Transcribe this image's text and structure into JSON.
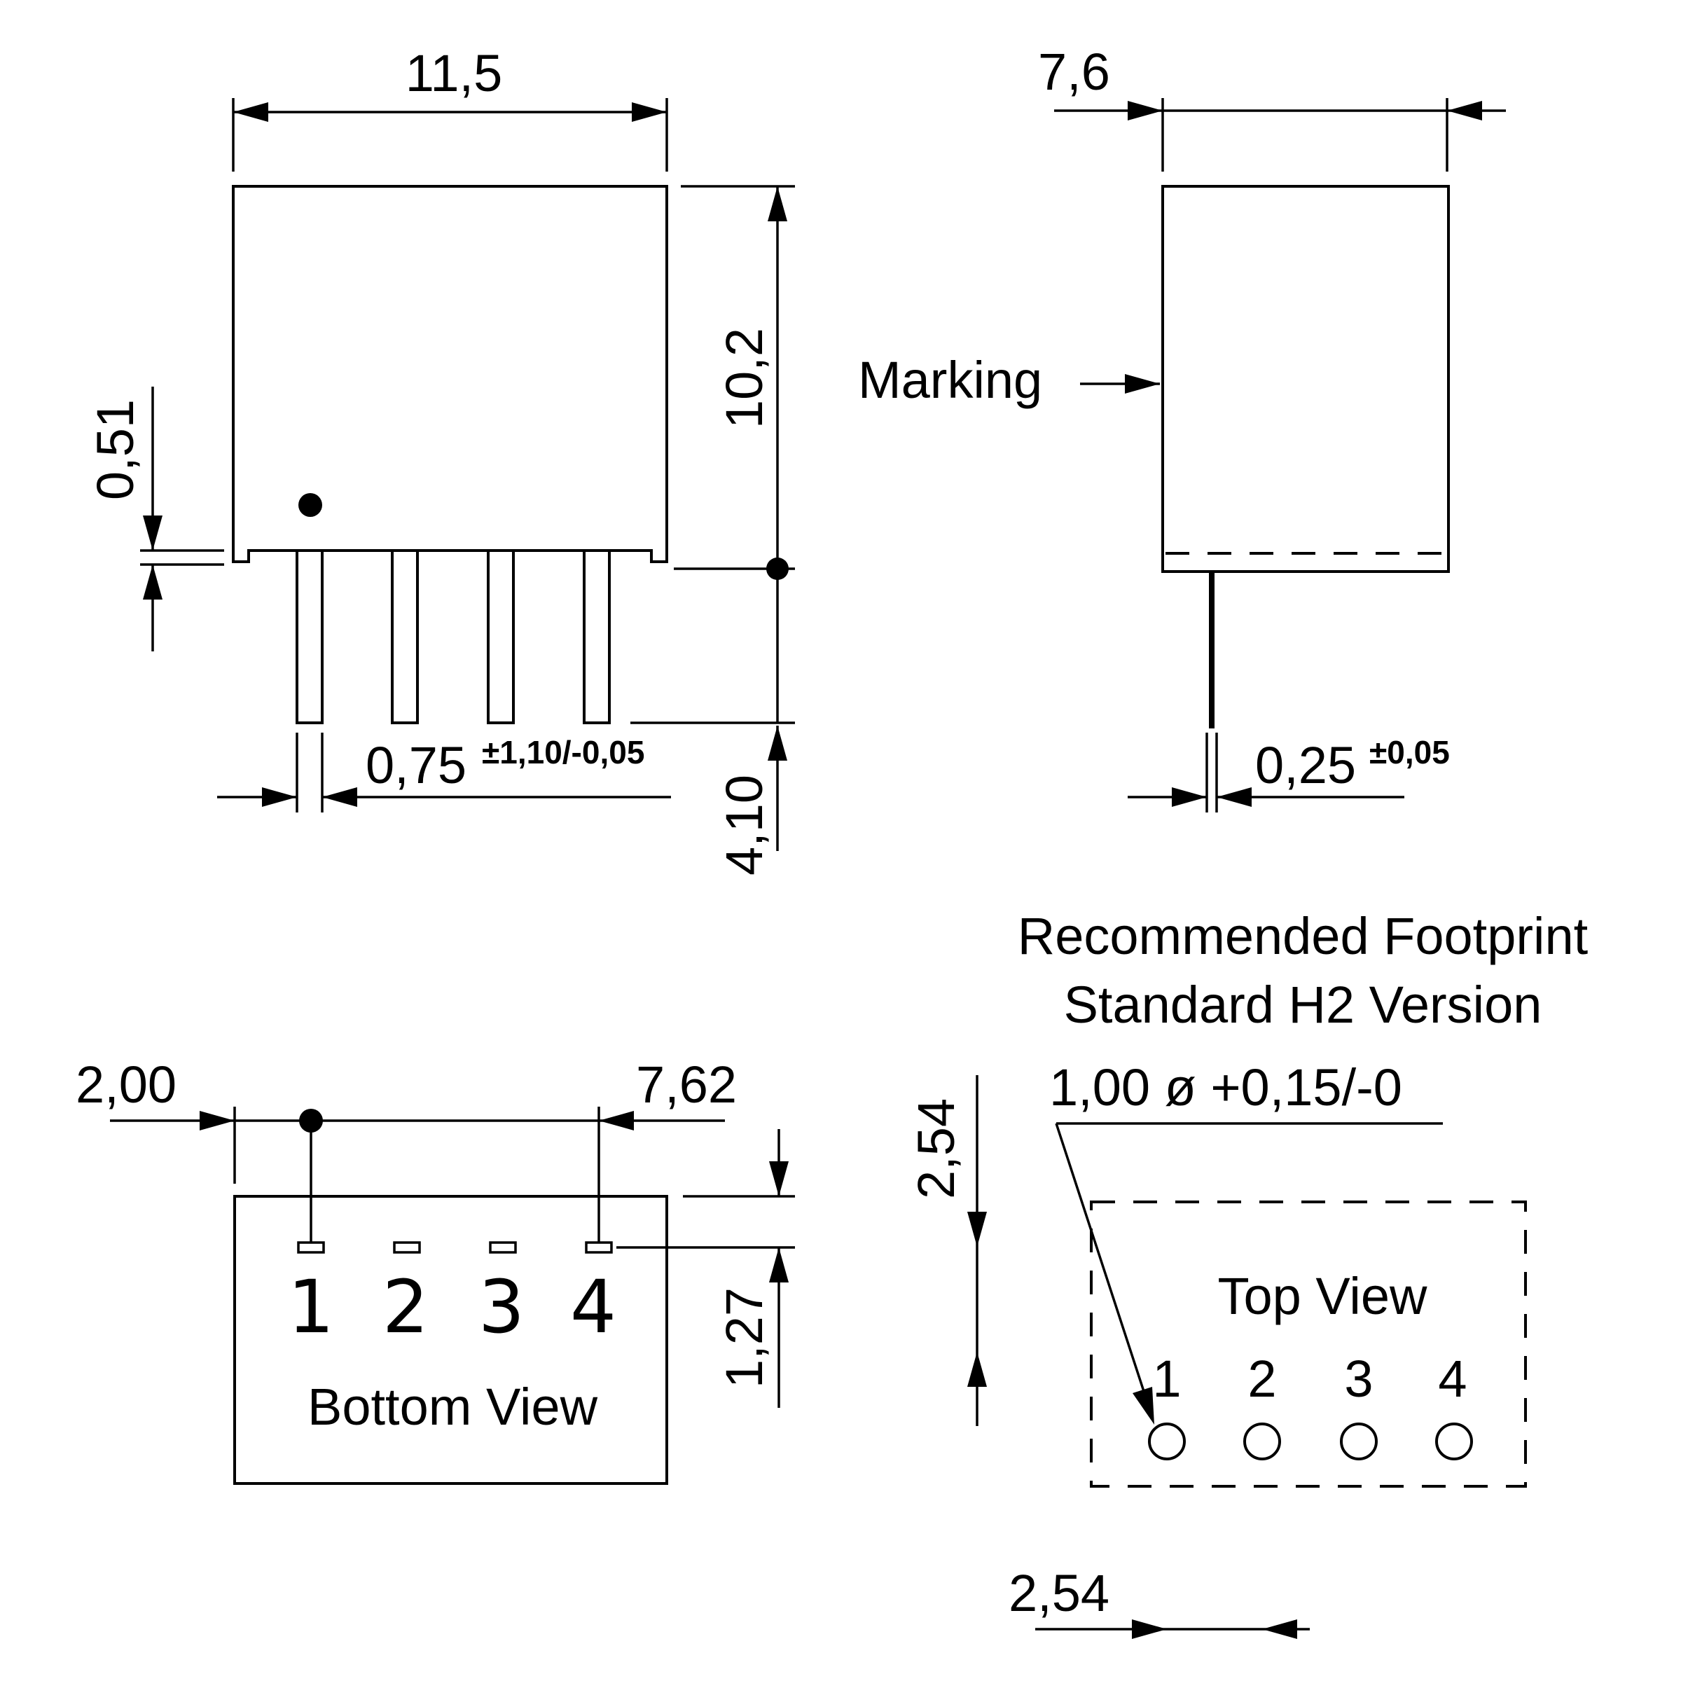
{
  "front_view": {
    "width_dim": "11,5",
    "height_dim": "10,2",
    "standoff_dim": "0,51",
    "pin_width_dim": "0,75",
    "pin_width_tol": "±1,10/-0,05",
    "pin_length_dim": "4,10"
  },
  "side_view": {
    "depth_dim": "7,6",
    "marking_label": "Marking",
    "pin_thickness_dim": "0,25",
    "pin_thickness_tol": "±0,05"
  },
  "bottom_view": {
    "first_pin_offset_dim": "2,00",
    "pin_span_dim": "7,62",
    "pin_row_offset_dim": "1,27",
    "pin_numbers": [
      "1",
      "2",
      "3",
      "4"
    ],
    "label": "Bottom View"
  },
  "footprint": {
    "title_line1": "Recommended Footprint",
    "title_line2": "Standard H2 Version",
    "hole_dim": "1,00 ø +0,15/-0",
    "row_offset_dim": "2,54",
    "pitch_dim": "2,54",
    "label": "Top View",
    "pin_numbers": [
      "1",
      "2",
      "3",
      "4"
    ]
  }
}
